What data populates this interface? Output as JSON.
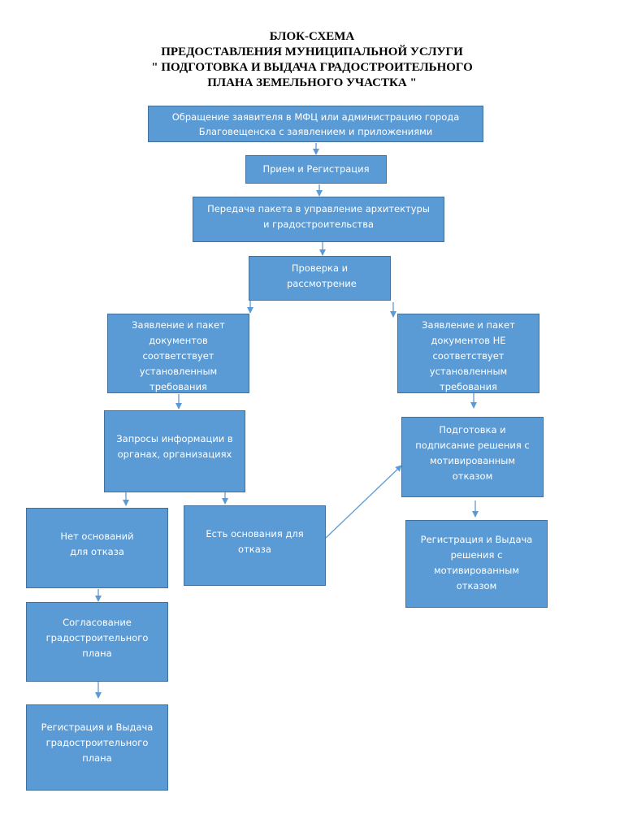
{
  "title": {
    "line1": "БЛОК-СХЕМА",
    "line2": "ПРЕДОСТАВЛЕНИЯ МУНИЦИПАЛЬНОЙ УСЛУГИ",
    "line3": "\" ПОДГОТОВКА И ВЫДАЧА ГРАДОСТРОИТЕЛЬНОГО",
    "line4": "ПЛАНА ЗЕМЕЛЬНОГО УЧАСТКА \""
  },
  "colors": {
    "box_fill": "#5b9bd5",
    "box_border": "#41719c",
    "arrow": "#5b9bd5"
  },
  "nodes": {
    "appeal": "Обращение заявителя в МФЦ или администрацию города Благовещенска с заявлением и приложениями",
    "registration": "Прием и Регистрация",
    "transfer": "Передача пакета в управление архитектуры и градостроительства",
    "review": "Проверка и рассмотрение",
    "compliant": "Заявление и пакет документов соответствует установленным требования",
    "noncompliant": "Заявление и пакет документов НЕ соответствует установленным требования",
    "requests": "Запросы информации в органах, организациях",
    "prepare_refusal": "Подготовка  и подписание решения с мотивированным отказом",
    "no_grounds": "Нет оснований для отказа",
    "grounds": "Есть основания для отказа",
    "issue_refusal": "Регистрация и Выдача решения с мотивированным отказом",
    "approval": "Согласование градостроительного плана",
    "issue_plan": "Регистрация и Выдача градостроительного плана"
  }
}
